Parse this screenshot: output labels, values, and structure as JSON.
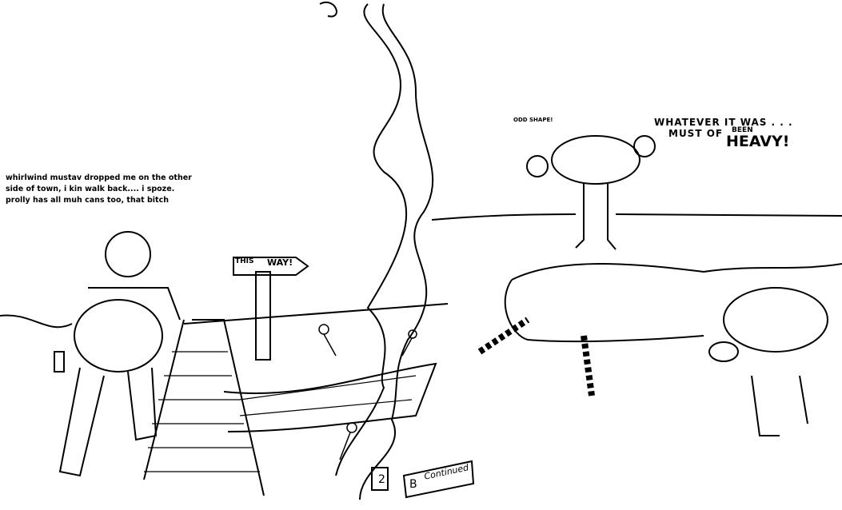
{
  "caption": "whirlwind mustav dropped me on the other\nside of town, i kin walk back.... i spoze.\nprolly has all muh cans too, that bitch",
  "speech": {
    "odd_shape": "ODD SHAPE!",
    "line1": "WHATEVER IT WAS . . .",
    "line2": "MUST OF",
    "been": "BEEN",
    "heavy": "HEAVY!"
  },
  "sign": {
    "left": "THIS",
    "right": "WAY!"
  },
  "footer": {
    "page_number": "2",
    "to_be": "B",
    "continued": "Continued"
  }
}
